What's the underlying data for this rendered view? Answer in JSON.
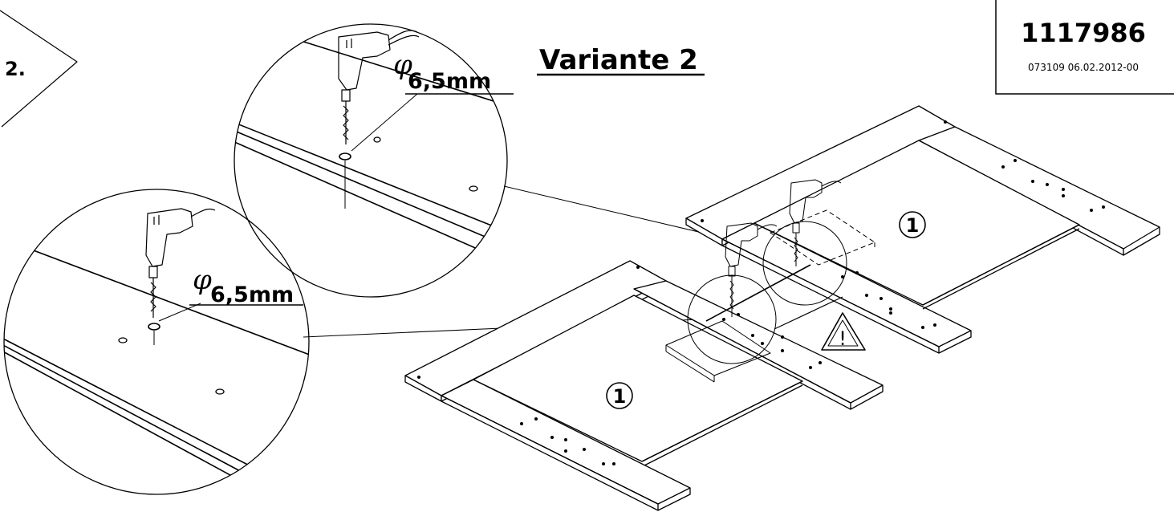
{
  "step": {
    "label": "2."
  },
  "title": "Variante 2",
  "article": {
    "number": "1117986",
    "ref": "073109 06.02.2012-00"
  },
  "detail_callouts": [
    {
      "phi": "φ",
      "dimension": "6,5mm"
    },
    {
      "phi": "φ",
      "dimension": "6,5mm"
    }
  ],
  "part_labels": [
    "1",
    "1"
  ],
  "warning": {
    "symbol": "!"
  },
  "colors": {
    "line": "#000000",
    "background": "#ffffff"
  }
}
